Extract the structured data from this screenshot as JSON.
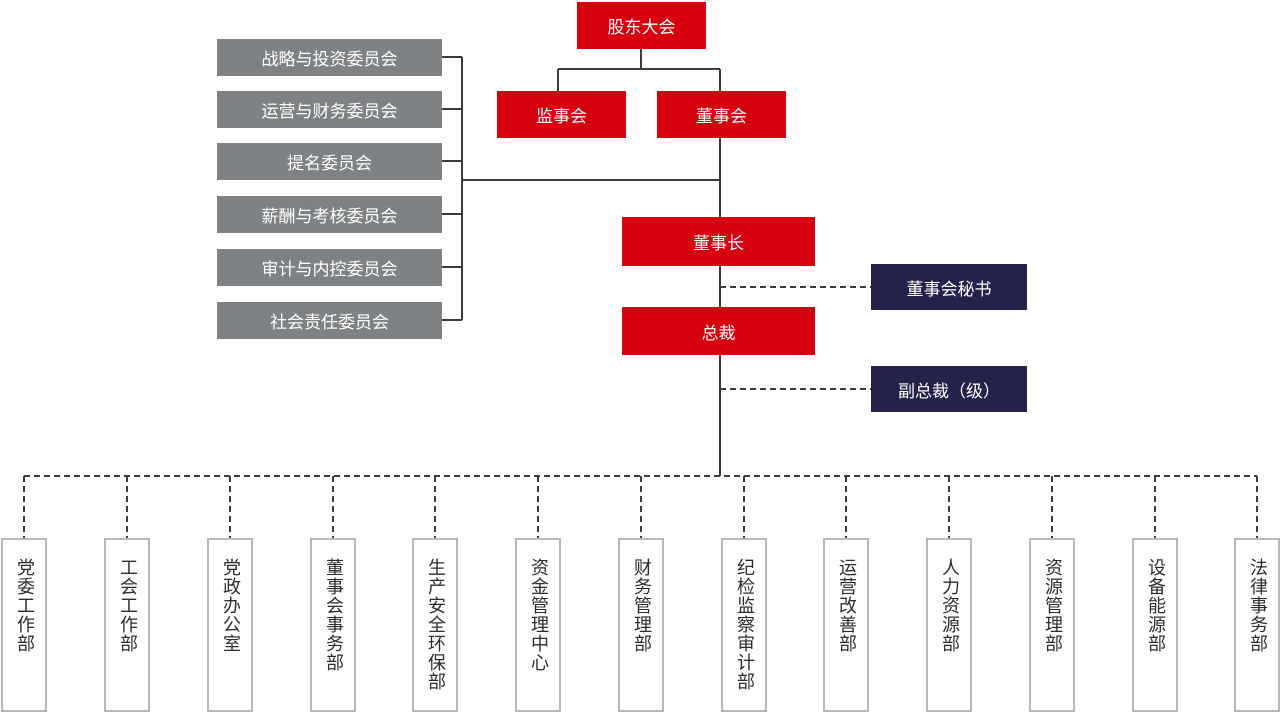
{
  "colors": {
    "primary_red": "#d7000f",
    "committee_grey": "#7f8284",
    "navy": "#24214a",
    "line": "#3c3c3c",
    "dept_border": "#b5b7b8"
  },
  "top": {
    "shareholders_meeting": "股东大会",
    "supervisory_board": "监事会",
    "board_of_directors": "董事会",
    "chairman": "董事长",
    "president": "总裁"
  },
  "staff": {
    "board_secretary": "董事会秘书",
    "vice_president": "副总裁（级）"
  },
  "committees": [
    "战略与投资委员会",
    "运营与财务委员会",
    "提名委员会",
    "薪酬与考核委员会",
    "审计与内控委员会",
    "社会责任委员会"
  ],
  "departments": [
    "党委工作部",
    "工会工作部",
    "党政办公室",
    "董事会事务部",
    "生产安全环保部",
    "资金管理中心",
    "财务管理部",
    "纪检监察审计部",
    "运营改善部",
    "人力资源部",
    "资源管理部",
    "设备能源部",
    "法律事务部"
  ]
}
